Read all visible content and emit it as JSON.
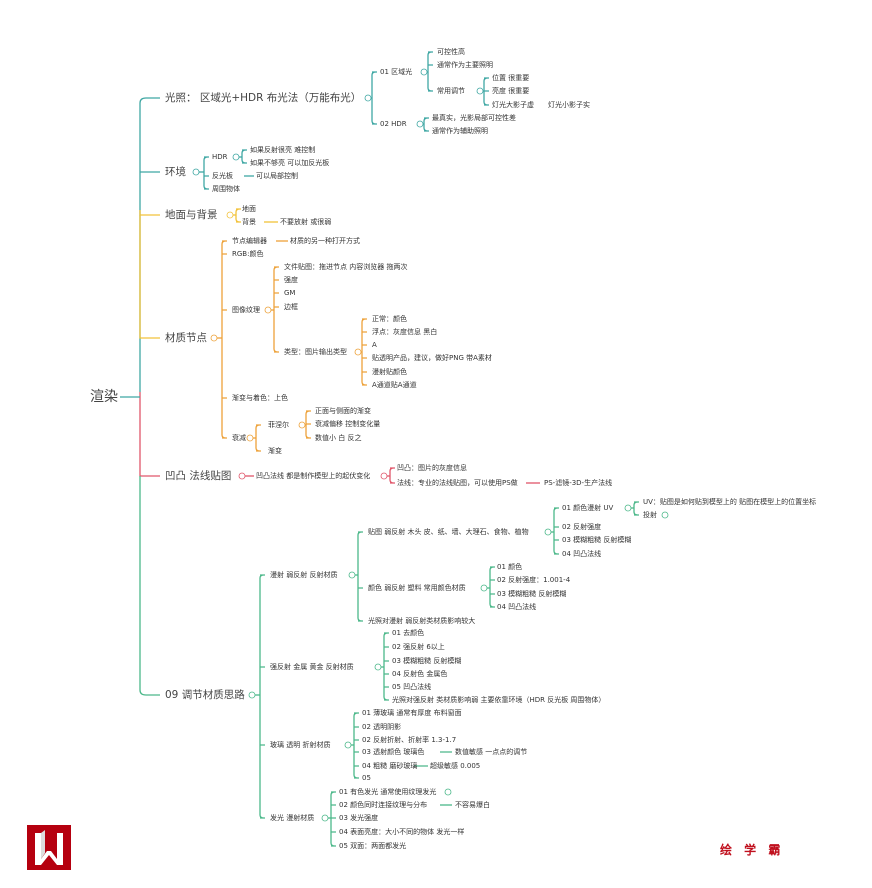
{
  "root": "渲染",
  "lighting": [
    "光照： 区域光+HDR 布光法（万能布光）",
    "01  区域光",
    "02 HDR",
    "可控性高",
    "通常作为主要照明",
    "常用调节",
    "位置 很重要",
    "亮度 很重要",
    "灯光大影子虚",
    "灯光小影子实",
    "最真实，光影局部可控性差",
    "通常作为辅助照明"
  ],
  "environment": [
    "环境",
    "HDR",
    "如果反射很亮    难控制",
    "如果不够亮  可以加反光板",
    "反光板",
    "可以局部控制",
    "周围物体"
  ],
  "ground": [
    "地面与背景",
    "地面",
    "背景",
    "不要放射 或很弱"
  ],
  "material_nodes": [
    "材质节点",
    "节点编辑器",
    "材质的另一种打开方式",
    "RGB:颜色",
    "图像纹理",
    "文件贴图：拖进节点   内容浏览器  拖两次",
    "强度",
    "GM",
    "边框",
    "类型：图片输出类型",
    "正常：颜色",
    "浮点：灰度信息  黑白",
    "A",
    "贴透明产品，建议，做好PNG 带A素材",
    "漫射贴颜色",
    "A通道贴A通道",
    "渐变与着色：上色",
    "衰减",
    "菲涅尔",
    "正面与侧面的渐变",
    "衰减偏移 控制变化量",
    "数值小  白 反之",
    "渐变"
  ],
  "bump": [
    "凹凸 法线贴图",
    "凹凸法线 都是制作模型上的起伏变化",
    "凹凸：图片的灰度信息",
    "法线：专业的法线贴图，可以使用PS做",
    "PS-滤镜-3D-生产法线"
  ],
  "tuning": [
    "09  调节材质思路",
    "漫射 弱反射   反射材质",
    "贴图 弱反射   木头 皮、纸、墙、大理石、食物、植物",
    "01 颜色漫射    UV",
    "UV：贴图是如何贴到模型上的 贴图在模型上的位置坐标",
    "投射",
    "02 反射强度",
    "03 模糊粗糙  反射模糊",
    "04 凹凸法线",
    "颜色 弱反射  塑料  常用颜色材质",
    "01 颜色",
    "02 反射强度：1.001-4",
    "03 模糊粗糙  反射模糊",
    "04 凹凸法线",
    "光照对漫射 弱反射类材质影响较大",
    "强反射  金属  黄金     反射材质",
    "01 去颜色",
    "02 强反射     6以上",
    "03 模糊粗糙  反射模糊",
    "04 反射色  金属色",
    "05 凹凸法线",
    "光照对强反射 类材质影响弱  主要依靠环境（HDR  反光板  周围物体）",
    "玻璃  透明 折射材质",
    "01 薄玻璃 通常有厚度  布料窗面",
    "02 透明阴影",
    "02 反射折射、折射率  1.3-1.7",
    "03 透射颜色  玻璃色",
    "数值敏感  一点点的调节",
    "04 粗糙  磨砂玻璃",
    "超级敏感      0.005",
    "05",
    "发光 漫射材质",
    "01 有色发光 通常使用纹理发光",
    "02 颜色同时连接纹理与分布",
    "不容易爆白",
    "03 发光强度",
    "04 表面亮度：大小不同的物体  发光一样",
    "05 双面：两面都发光"
  ],
  "brand": "绘 学 霸",
  "colors": {
    "teal": "#3fa7a3",
    "yellow": "#f2c23a",
    "orange": "#eda23a",
    "red": "#e0566a",
    "green": "#4cb88a",
    "logo": "#b5000f"
  }
}
